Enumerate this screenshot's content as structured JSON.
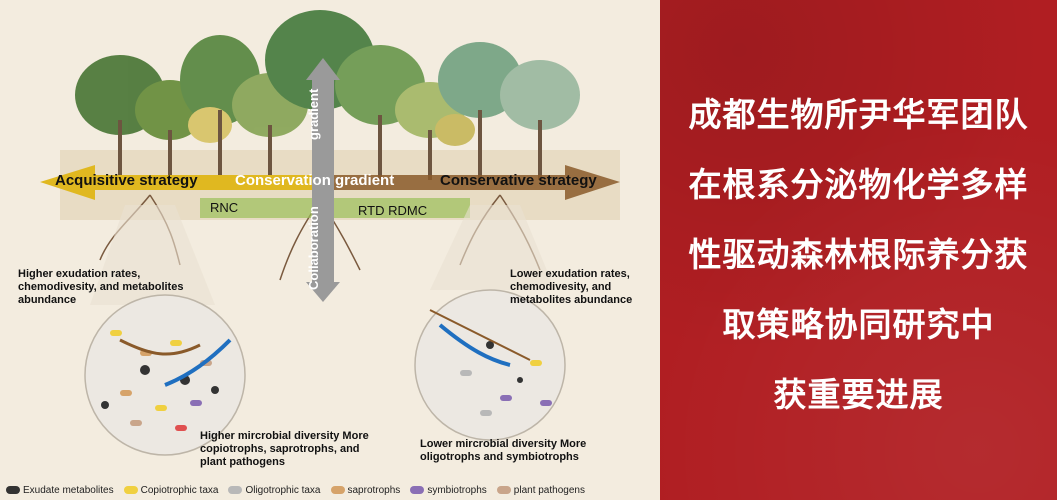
{
  "figure": {
    "strategies": {
      "left": "Acquisitive strategy",
      "middle": "Conservation gradient",
      "right": "Conservative strategy"
    },
    "vertical_axis": {
      "top": "gradient",
      "bottom": "Collaboration"
    },
    "traits": {
      "left": "RNC",
      "right": "RTD RDMC"
    },
    "left_zoom": {
      "top_note": "Higher exudation rates, chemodivesity, and metabolites abundance",
      "bottom_note": "Higher mircrobial diversity More copiotrophs, saprotrophs, and plant pathogens"
    },
    "right_zoom": {
      "top_note": "Lower exudation rates, chemodivesity, and metabolites abundance",
      "bottom_note": "Lower mircrobial diversity More oligotrophs and symbiotrophs"
    },
    "legend": [
      {
        "label": "Exudate metabolites",
        "color": "#333333"
      },
      {
        "label": "Copiotrophic taxa",
        "color": "#f0d040"
      },
      {
        "label": "Oligotrophic taxa",
        "color": "#b8b8b8"
      },
      {
        "label": "saprotrophs",
        "color": "#d6a36a"
      },
      {
        "label": "symbiotrophs",
        "color": "#8a6fb5"
      },
      {
        "label": "plant pathogens",
        "color": "#c9a58a"
      }
    ]
  },
  "headline": {
    "lines": [
      "成都生物所尹华军团队",
      "在根系分泌物化学多样",
      "性驱动森林根际养分获",
      "取策略协同研究中",
      "获重要进展"
    ],
    "background_color": "#b01e22"
  }
}
